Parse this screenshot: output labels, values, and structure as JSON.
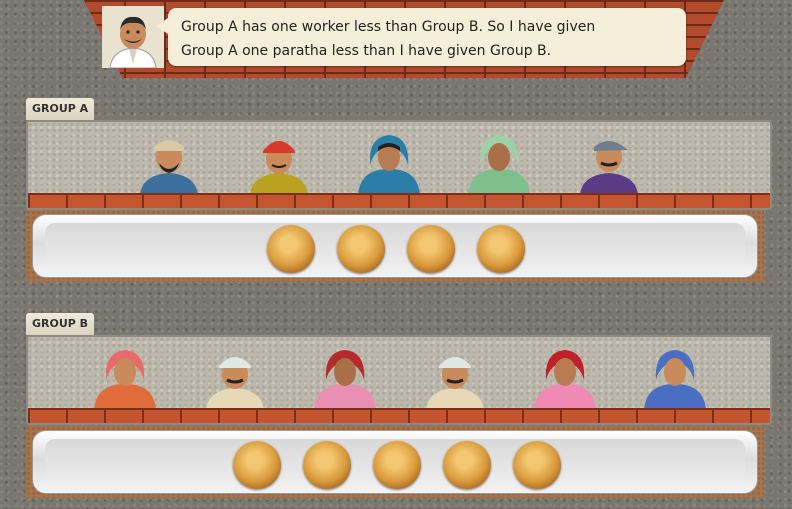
{
  "dialog": {
    "line1": "Group A has one worker less than Group B. So I have given",
    "line2": "Group A one paratha less than I have given Group B."
  },
  "group_a": {
    "label": "GROUP A",
    "workers": 5,
    "parathas": 4
  },
  "group_b": {
    "label": "GROUP B",
    "workers": 6,
    "parathas": 5
  }
}
